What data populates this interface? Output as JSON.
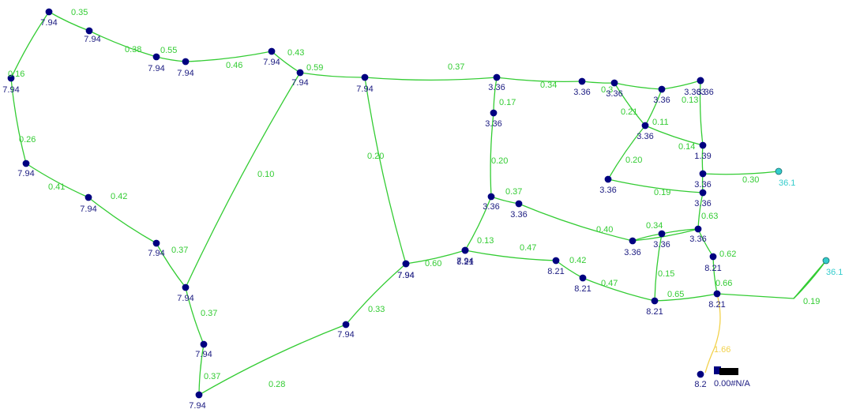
{
  "network": {
    "colors": {
      "background": "#ffffff",
      "pipe": "#33cc33",
      "pipe_label": "#33cc33",
      "junction": "#000080",
      "junction_label": "#1a1a80",
      "reservoir": "#33cccc",
      "reservoir_label": "#33cccc",
      "pump_pipe": "#f2d14b",
      "pump_pipe_label": "#f2d14b",
      "pump": "#000080"
    },
    "nodes": [
      {
        "id": "n1",
        "label": "7.94",
        "type": "junction"
      },
      {
        "id": "n2",
        "label": "7.94",
        "type": "junction"
      },
      {
        "id": "n3",
        "label": "7.94",
        "type": "junction"
      },
      {
        "id": "n4",
        "label": "7.94",
        "type": "junction"
      },
      {
        "id": "n5",
        "label": "7.94",
        "type": "junction"
      },
      {
        "id": "n6",
        "label": "7.94",
        "type": "junction"
      },
      {
        "id": "n7",
        "label": "7.94",
        "type": "junction"
      },
      {
        "id": "n8",
        "label": "7.94",
        "type": "junction"
      },
      {
        "id": "n9",
        "label": "7.94",
        "type": "junction"
      },
      {
        "id": "n10",
        "label": "7.94",
        "type": "junction"
      },
      {
        "id": "n11",
        "label": "7.94",
        "type": "junction"
      },
      {
        "id": "n12",
        "label": "7.94",
        "type": "junction"
      },
      {
        "id": "n13",
        "label": "7.94",
        "type": "junction"
      },
      {
        "id": "n14",
        "label": "7.94",
        "type": "junction"
      },
      {
        "id": "n15",
        "label": "7.94",
        "type": "junction"
      },
      {
        "id": "n16",
        "label": "7.94",
        "type": "junction"
      },
      {
        "id": "n17",
        "label": "7.94",
        "type": "junction"
      },
      {
        "id": "n18",
        "label": "3.36",
        "type": "junction"
      },
      {
        "id": "n19",
        "label": "3.36",
        "type": "junction"
      },
      {
        "id": "n20",
        "label": "3.36",
        "type": "junction"
      },
      {
        "id": "n21",
        "label": "3.36",
        "type": "junction"
      },
      {
        "id": "n22",
        "label": "3.36",
        "type": "junction"
      },
      {
        "id": "n23",
        "label": "3.363",
        "type": "junction"
      },
      {
        "id": "n24",
        "label": "3.36",
        "type": "junction"
      },
      {
        "id": "n25",
        "label": "1.39",
        "type": "junction"
      },
      {
        "id": "n26",
        "label": "3.36",
        "type": "junction"
      },
      {
        "id": "n27",
        "label": "3.36",
        "type": "junction"
      },
      {
        "id": "n28",
        "label": "3.36",
        "type": "junction"
      },
      {
        "id": "n29",
        "label": "3.36",
        "type": "junction"
      },
      {
        "id": "n30",
        "label": "3.36",
        "type": "junction"
      },
      {
        "id": "n31",
        "label": "3.36",
        "type": "junction"
      },
      {
        "id": "n32",
        "label": "3.36",
        "type": "junction"
      },
      {
        "id": "n33",
        "label": "3.36",
        "type": "junction"
      },
      {
        "id": "n34",
        "label": "3.36",
        "type": "junction"
      },
      {
        "id": "n35",
        "label": "8.21",
        "type": "junction"
      },
      {
        "id": "n36",
        "label": "8.21",
        "type": "junction"
      },
      {
        "id": "n37",
        "label": "8.21",
        "type": "junction"
      },
      {
        "id": "n38",
        "label": "8.21",
        "type": "junction"
      },
      {
        "id": "n39",
        "label": "8.21",
        "type": "junction"
      },
      {
        "id": "n40",
        "label": "8.21",
        "type": "junction"
      },
      {
        "id": "n41",
        "label": "7.94",
        "type": "junction"
      },
      {
        "id": "n42",
        "label": "8.2",
        "type": "junction"
      },
      {
        "id": "r1",
        "label": "36.1",
        "type": "reservoir"
      },
      {
        "id": "r2",
        "label": "36.1",
        "type": "reservoir"
      }
    ],
    "pipes": [
      {
        "label": "0.35",
        "kind": "pipe"
      },
      {
        "label": "0.38",
        "kind": "pipe"
      },
      {
        "label": "0.55",
        "kind": "pipe"
      },
      {
        "label": "0.46",
        "kind": "pipe"
      },
      {
        "label": "0.43",
        "kind": "pipe"
      },
      {
        "label": "0.59",
        "kind": "pipe"
      },
      {
        "label": "0.37",
        "kind": "pipe"
      },
      {
        "label": "0.34",
        "kind": "pipe"
      },
      {
        "label": "0.3",
        "kind": "pipe"
      },
      {
        "label": "0.16",
        "kind": "pipe"
      },
      {
        "label": "0.26",
        "kind": "pipe"
      },
      {
        "label": "0.41",
        "kind": "pipe"
      },
      {
        "label": "0.42",
        "kind": "pipe"
      },
      {
        "label": "0.37",
        "kind": "pipe"
      },
      {
        "label": "0.10",
        "kind": "pipe"
      },
      {
        "label": "0.20",
        "kind": "pipe"
      },
      {
        "label": "0.17",
        "kind": "pipe"
      },
      {
        "label": "0.20",
        "kind": "pipe"
      },
      {
        "label": "0.37",
        "kind": "pipe"
      },
      {
        "label": "0.21",
        "kind": "pipe"
      },
      {
        "label": "0.11",
        "kind": "pipe"
      },
      {
        "label": "0.13",
        "kind": "pipe"
      },
      {
        "label": "0.14",
        "kind": "pipe"
      },
      {
        "label": "0.20",
        "kind": "pipe"
      },
      {
        "label": "0.19",
        "kind": "pipe"
      },
      {
        "label": "0.30",
        "kind": "pipe"
      },
      {
        "label": "0.63",
        "kind": "pipe"
      },
      {
        "label": "0.40",
        "kind": "pipe"
      },
      {
        "label": "0.34",
        "kind": "pipe"
      },
      {
        "label": "0.13",
        "kind": "pipe"
      },
      {
        "label": "0.60",
        "kind": "pipe"
      },
      {
        "label": "0.47",
        "kind": "pipe"
      },
      {
        "label": "0.42",
        "kind": "pipe"
      },
      {
        "label": "0.62",
        "kind": "pipe"
      },
      {
        "label": "0.15",
        "kind": "pipe"
      },
      {
        "label": "0.47",
        "kind": "pipe"
      },
      {
        "label": "0.65",
        "kind": "pipe"
      },
      {
        "label": "0.66",
        "kind": "pipe"
      },
      {
        "label": "0.19",
        "kind": "pipe"
      },
      {
        "label": "0.37",
        "kind": "pipe"
      },
      {
        "label": "0.37",
        "kind": "pipe"
      },
      {
        "label": "0.33",
        "kind": "pipe"
      },
      {
        "label": "0.28",
        "kind": "pipe"
      },
      {
        "label": "1.66",
        "kind": "pump-pipe"
      }
    ],
    "pump": {
      "label": "0.00#N/A",
      "icon": "pump-icon"
    }
  }
}
